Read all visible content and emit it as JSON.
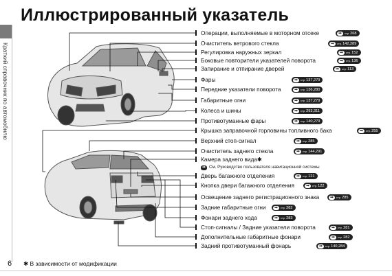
{
  "header": {
    "title": "Иллюстрированный указатель"
  },
  "sidebar": {
    "label": "Краткий справочник по автомобилю"
  },
  "footer": {
    "page": "6",
    "note": "✱ В зависимости от модификации"
  },
  "front_items": [
    {
      "label": "Операции, выполняемые в моторном отсеке",
      "ref": "268"
    },
    {
      "label": "Очиститель ветрового стекла",
      "ref": "142,289"
    },
    {
      "label": "Регулировка наружных зеркал",
      "ref": "152"
    },
    {
      "label": "Боковые повторители указателей поворота",
      "ref": "136"
    },
    {
      "label": "Запирание и отпирание дверей",
      "ref": "113"
    },
    {
      "label": "Фары",
      "ref": "137,279"
    },
    {
      "label": "Передние указатели поворота",
      "ref": "136,280"
    },
    {
      "label": "Габаритные огни",
      "ref": "137,279"
    },
    {
      "label": "Колеса и шины",
      "ref": "293,311"
    },
    {
      "label": "Противотуманные фары",
      "ref": "140,279"
    },
    {
      "label": "Крышка заправочной горловины топливного бака",
      "ref": "255"
    }
  ],
  "rear_items": [
    {
      "label": "Верхний стоп-сигнал",
      "ref": "285"
    },
    {
      "label": "Очиститель заднего стекла",
      "ref": "144,291"
    },
    {
      "label": "Камера заднего вида✱",
      "ref": ""
    },
    {
      "label": "Дверь багажного отделения",
      "ref": "121"
    },
    {
      "label": "Кнопка двери багажного отделения",
      "ref": "122"
    },
    {
      "label": "Освещение заднего регистрационного знака",
      "ref": "285"
    },
    {
      "label": "Задние габаритные огни",
      "ref": "282"
    },
    {
      "label": "Фонари заднего хода",
      "ref": "283"
    },
    {
      "label": "Стоп-сигналы / Задние указатели поворота",
      "ref": "281"
    },
    {
      "label": "Дополнительные габаритные фонари",
      "ref": "282"
    },
    {
      "label": "Задний противотуманный фонарь",
      "ref": "140,284"
    }
  ],
  "camera_note": "См. Руководство пользователя навигационной системы",
  "ref_prefix": "стр."
}
